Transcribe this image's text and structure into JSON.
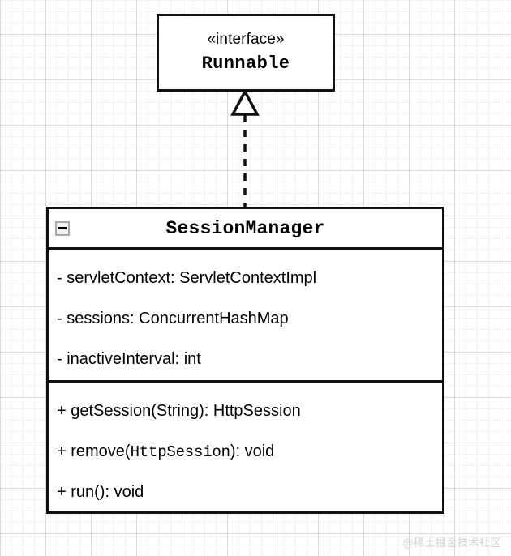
{
  "diagram": {
    "type": "uml-class-diagram",
    "interface": {
      "stereotype": "«interface»",
      "name": "Runnable"
    },
    "relationship": {
      "kind": "realization",
      "line_style": "dashed",
      "arrowhead": "hollow-triangle",
      "from": "SessionManager",
      "to": "Runnable"
    },
    "class": {
      "name": "SessionManager",
      "collapse_control": "minus",
      "attributes": [
        {
          "visibility": "-",
          "text": "- servletContext: ServletContextImpl"
        },
        {
          "visibility": "-",
          "text": "- sessions: ConcurrentHashMap"
        },
        {
          "visibility": "-",
          "text": "- inactiveInterval: int"
        }
      ],
      "methods": [
        {
          "visibility": "+",
          "prefix": "+ getSession(String): HttpSession",
          "mono": "",
          "suffix": ""
        },
        {
          "visibility": "+",
          "prefix": "+ remove(",
          "mono": "HttpSession",
          "suffix": "): void"
        },
        {
          "visibility": "+",
          "prefix": "+ run(): void",
          "mono": "",
          "suffix": ""
        }
      ]
    }
  },
  "watermark": {
    "text": "@稀土掘金技术社区"
  },
  "colors": {
    "stroke": "#111111",
    "background": "#ffffff",
    "grid_minor": "#f2f2f2",
    "grid_major": "#d9d9d9",
    "watermark": "#d2d2d2"
  }
}
